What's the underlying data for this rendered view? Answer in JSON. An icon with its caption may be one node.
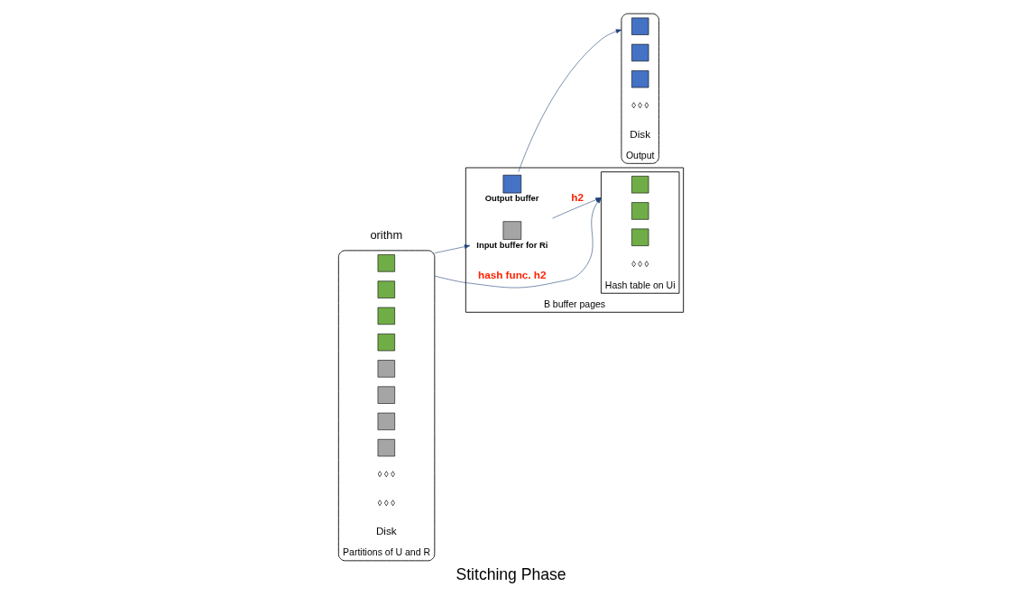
{
  "diagram": {
    "title": "Stitching Phase",
    "nodes": [
      {
        "text": [
          "Partitions of U and R"
        ],
        "beside": [
          "Disk"
        ]
      },
      {
        "text": [],
        "shape": "box",
        "in": 0
      },
      {
        "text": [],
        "shape": "box",
        "in": 0
      },
      {
        "text": [],
        "shape": "box",
        "in": 0
      },
      {
        "text": [],
        "shape": "box",
        "in": 0
      },
      {
        "text": [],
        "shape": "box",
        "in": 0
      },
      {
        "text": [],
        "shape": "box",
        "in": 0
      },
      {
        "text": [],
        "shape": "box",
        "in": 0
      },
      {
        "text": [],
        "shape": "box",
        "in": 0
      },
      {
        "text": [
          "B buffer pages"
        ]
      },
      {
        "text": [
          "Hash table on Ui"
        ],
        "in": 9
      },
      {
        "text": [],
        "shape": "box",
        "in": 10
      },
      {
        "text": [],
        "shape": "box",
        "in": 10
      },
      {
        "text": [],
        "shape": "box",
        "in": 10
      },
      {
        "text": [
          "Input buffer for Ri"
        ],
        "in": 9
      },
      {
        "text": [
          "Output buffer"
        ],
        "in": 9
      },
      {
        "text": [
          "Output"
        ],
        "beside": [
          "Disk"
        ]
      },
      {
        "text": [],
        "shape": "box",
        "in": 16
      },
      {
        "text": [],
        "shape": "box",
        "in": 16
      },
      {
        "text": [],
        "shape": "box",
        "in": 16
      }
    ],
    "edges": [
      {
        "from": 0,
        "to": 10,
        "arrow": "to",
        "label": "hash func. h2"
      },
      {
        "from": 0,
        "to": 14,
        "arrow": "to"
      },
      {
        "from": 14,
        "to": 10,
        "arrow": "to",
        "label": "h2"
      },
      {
        "from": 15,
        "to": 16,
        "arrow": "to"
      }
    ],
    "labels": [
      "◊ ◊ ◊",
      "◊ ◊ ◊",
      "◊ ◊ ◊",
      "◊ ◊ ◊",
      "orithm"
    ]
  }
}
